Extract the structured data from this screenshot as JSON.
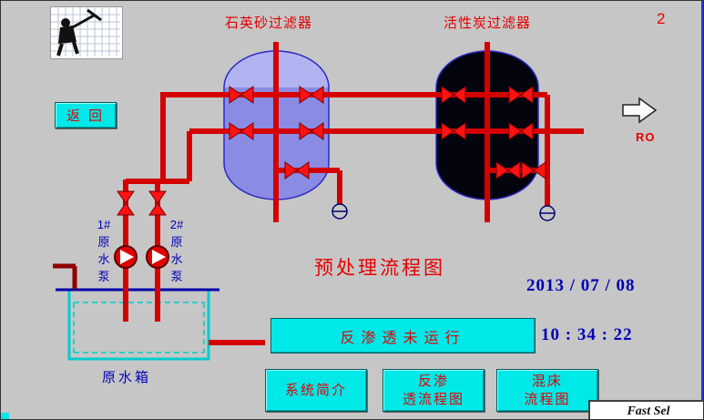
{
  "window": {
    "page_number": "2",
    "fast_sel": "Fast Sel"
  },
  "header": {
    "quartz_filter_label": "石英砂过滤器",
    "carbon_filter_label": "活性炭过滤器"
  },
  "buttons": {
    "back": "返回",
    "system_intro": "系统简介",
    "ro_flow": {
      "line1": "反渗",
      "line2": "透流程图"
    },
    "mixed_bed": {
      "line1": "混床",
      "line2": "流程图"
    }
  },
  "diagram": {
    "title": "预处理流程图",
    "ro_output_label": "RO",
    "tank_label": "原水箱",
    "pumps": [
      {
        "lines": [
          "1#",
          "原",
          "水",
          "泵"
        ]
      },
      {
        "lines": [
          "2#",
          "原",
          "水",
          "泵"
        ]
      }
    ]
  },
  "status": {
    "message": "反渗透未运行",
    "date": "2013 / 07 / 08",
    "time": "10 : 34 : 22"
  },
  "colors": {
    "background": "#c6c6c6",
    "button_cyan": "#00e8e8",
    "pipe_red": "#d40000",
    "valve_red": "#ff1212",
    "label_red": "#e60000",
    "label_blue": "#0000b4",
    "vessel_purple": "#8a8ce4",
    "vessel_black": "#04040e",
    "tank_cyan": "#00cccc"
  }
}
